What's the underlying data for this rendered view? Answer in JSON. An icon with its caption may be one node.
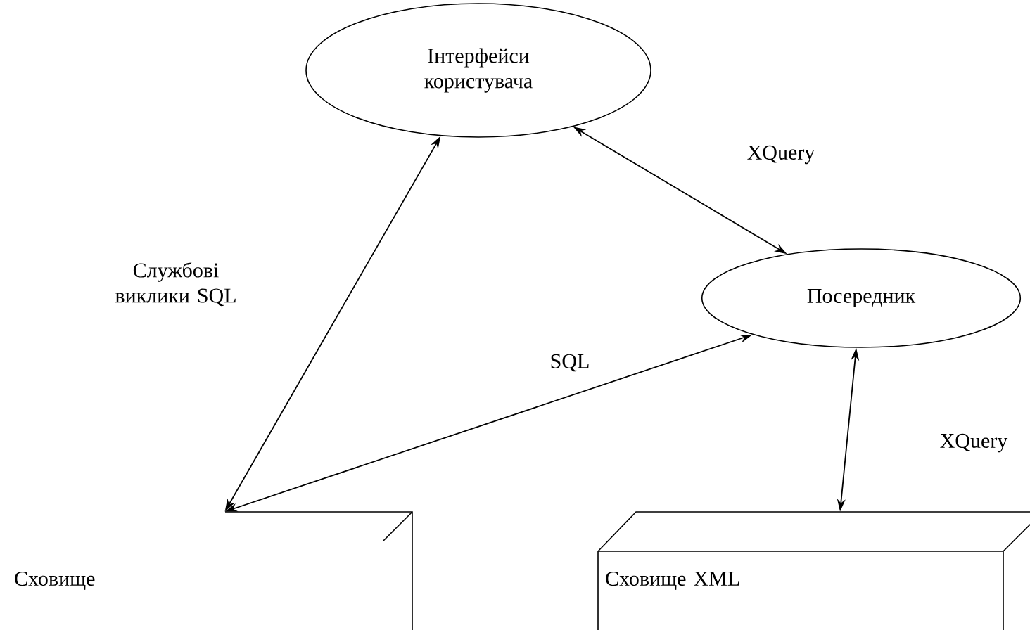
{
  "diagram": {
    "nodes": [
      {
        "text": [
          "Інтерфейси користувача"
        ]
      },
      {
        "text": [
          "Посередник"
        ]
      },
      {
        "text": [
          "Сховище"
        ]
      },
      {
        "text": [
          "Сховище XML"
        ]
      }
    ],
    "edges": [
      {
        "from": 2,
        "to": 0,
        "arrow": "both",
        "label": "Службові виклики SQL"
      },
      {
        "from": 0,
        "to": 1,
        "arrow": "both",
        "label": "XQuery"
      },
      {
        "from": 2,
        "to": 1,
        "arrow": "both",
        "label": "SQL"
      },
      {
        "from": 1,
        "to": 3,
        "arrow": "both",
        "label": "XQuery"
      }
    ]
  }
}
